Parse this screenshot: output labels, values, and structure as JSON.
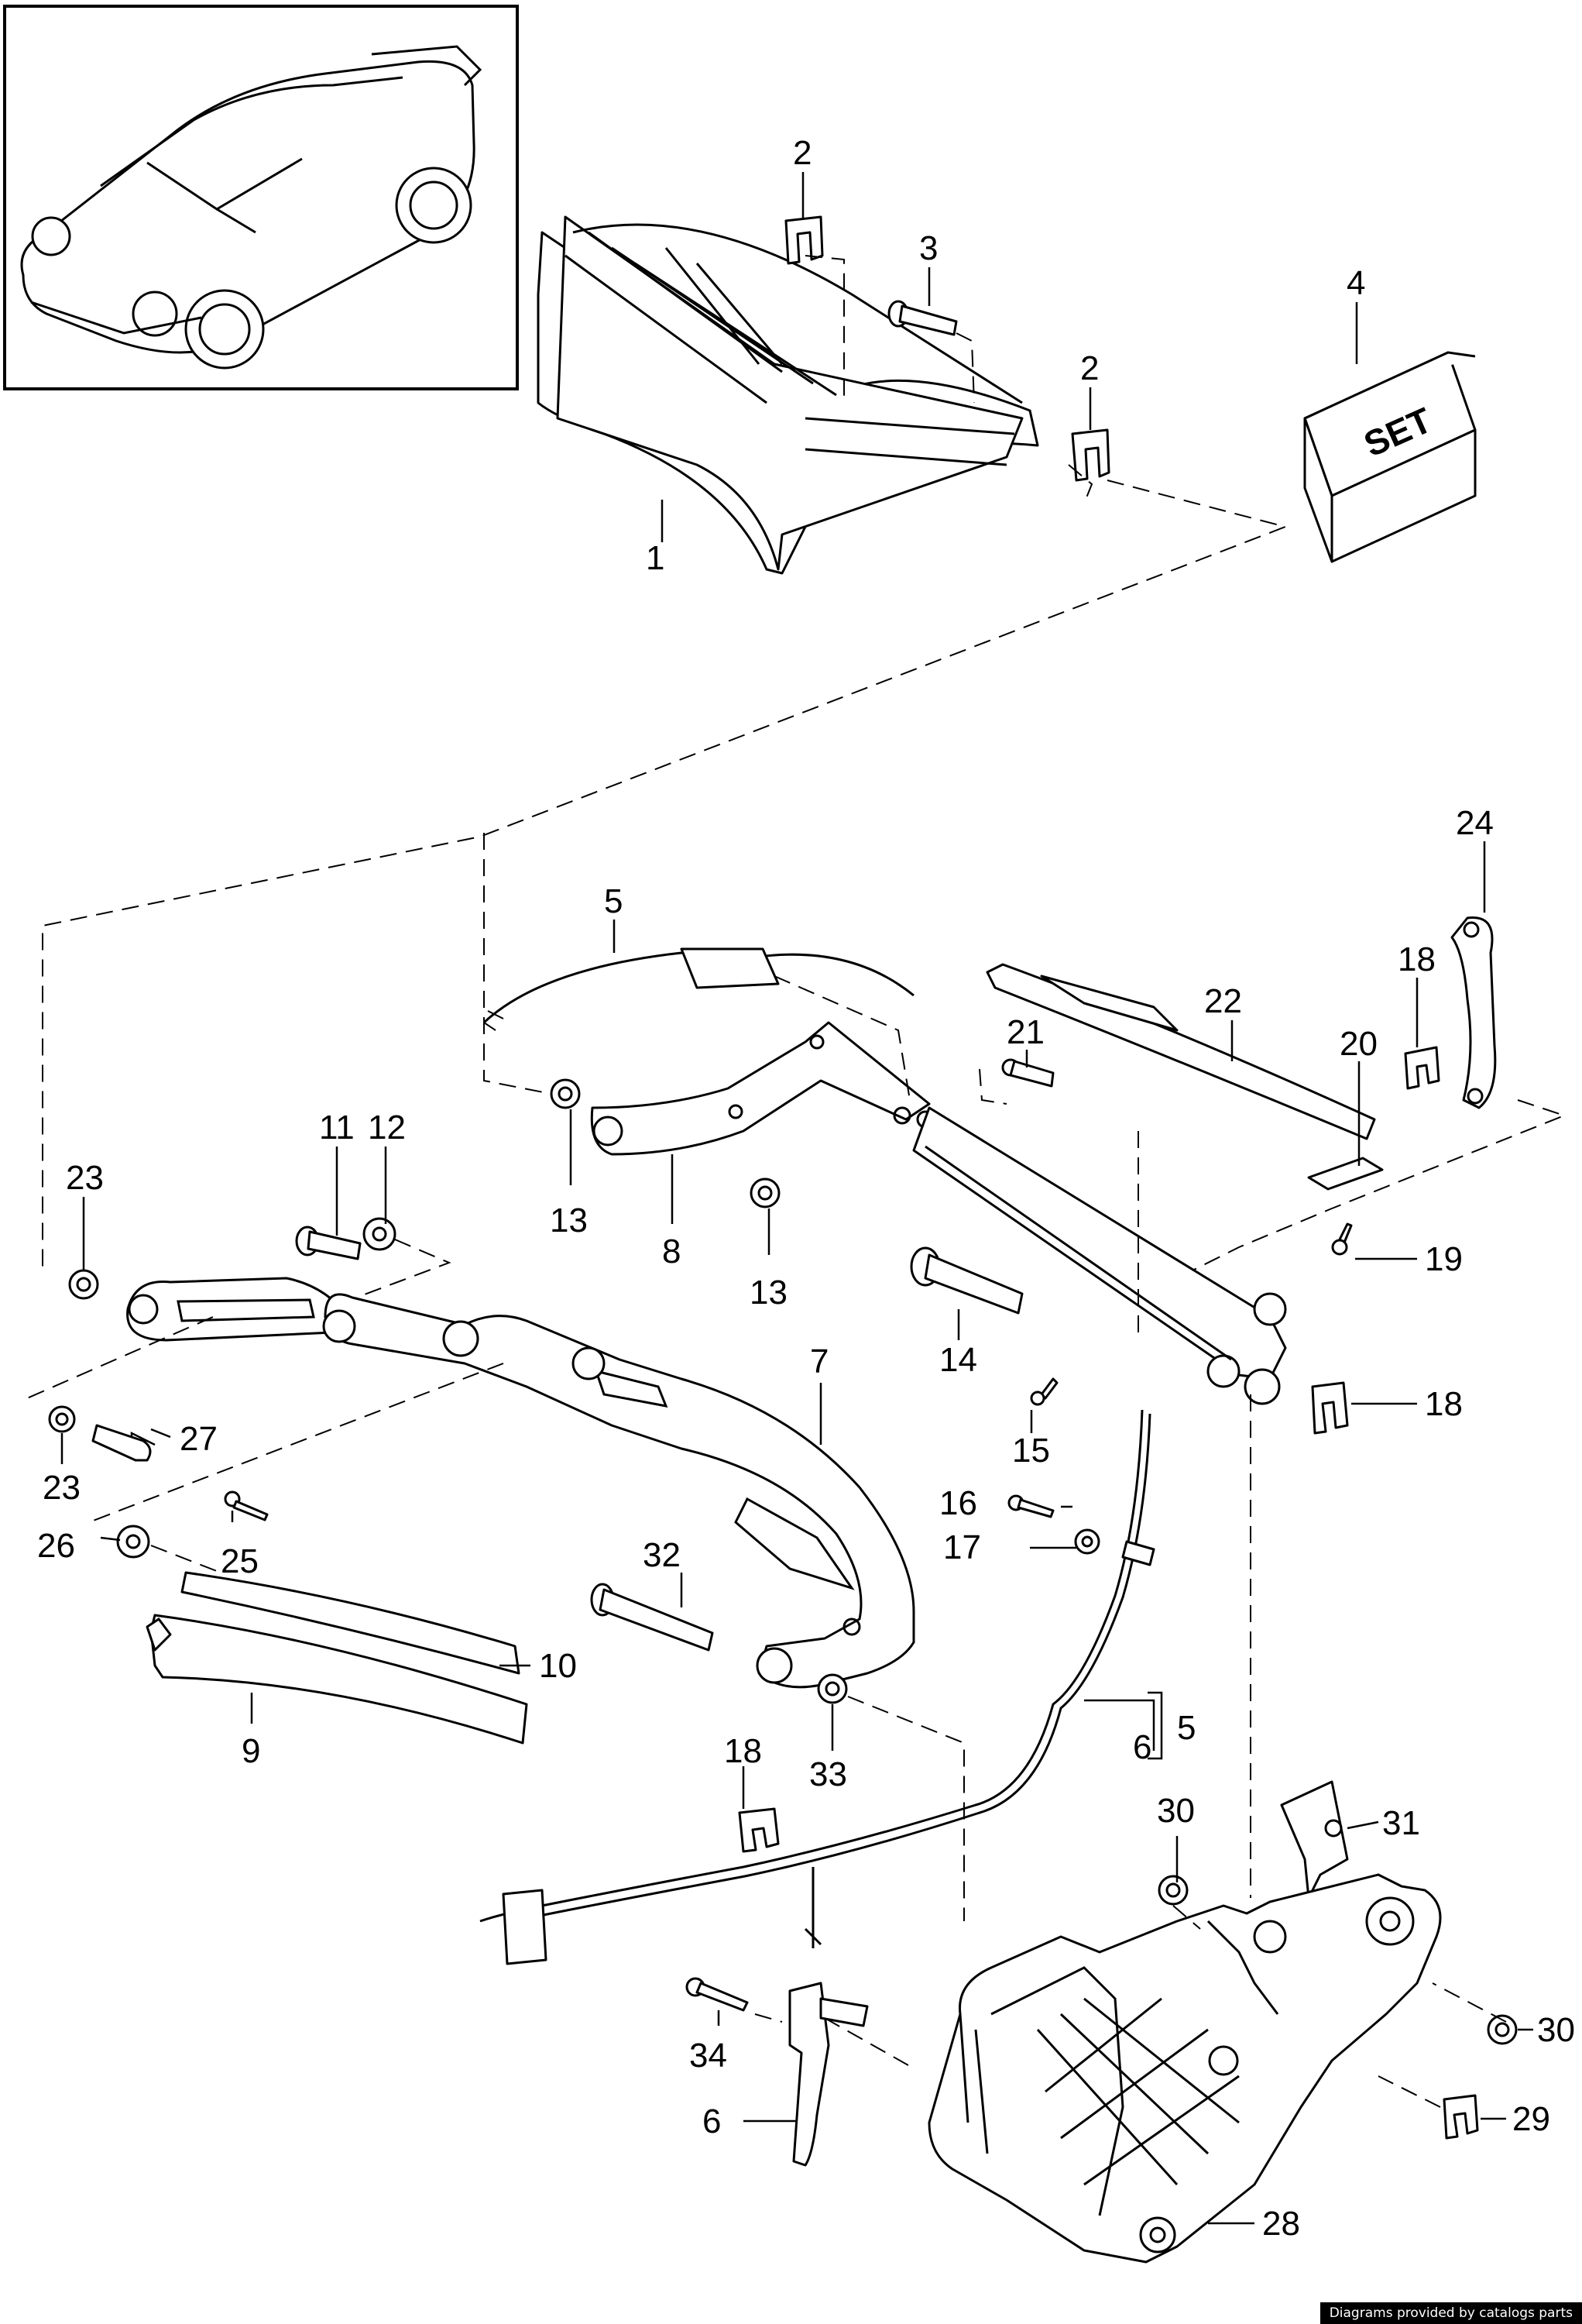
{
  "diagram": {
    "set_label": "SET",
    "credit": "Diagrams provided by catalogs parts",
    "callouts": {
      "c1": "1",
      "c2a": "2",
      "c2b": "2",
      "c3": "3",
      "c4": "4",
      "c5a": "5",
      "c5b": "5",
      "c6a": "6",
      "c6b": "6",
      "c7": "7",
      "c8": "8",
      "c9": "9",
      "c10": "10",
      "c11": "11",
      "c12": "12",
      "c13a": "13",
      "c13b": "13",
      "c14": "14",
      "c15": "15",
      "c16": "16",
      "c17": "17",
      "c18a": "18",
      "c18b": "18",
      "c18c": "18",
      "c19": "19",
      "c20": "20",
      "c21": "21",
      "c22": "22",
      "c23a": "23",
      "c23b": "23",
      "c24": "24",
      "c25": "25",
      "c26": "26",
      "c27": "27",
      "c28": "28",
      "c29": "29",
      "c30a": "30",
      "c30b": "30",
      "c31": "31",
      "c32": "32",
      "c33": "33",
      "c34": "34"
    }
  }
}
